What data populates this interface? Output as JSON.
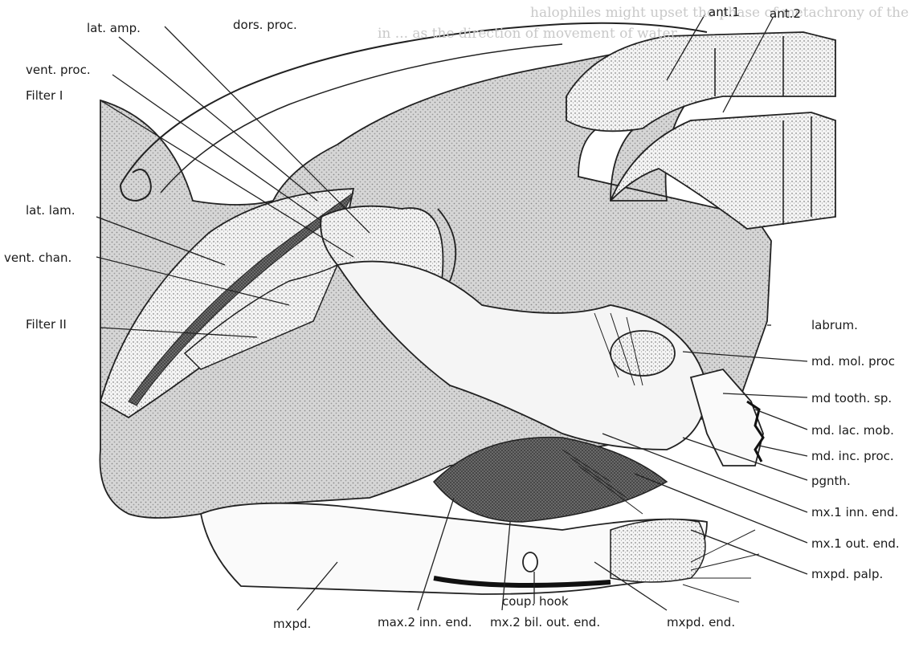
{
  "figure": {
    "labels": {
      "lat_amp": "lat. amp.",
      "dors_proc": "dors. proc.",
      "vent_proc": "vent. proc.",
      "filter_1": "Filter I",
      "lat_lam": "lat. lam.",
      "vent_chan": "vent. chan.",
      "filter_2": "Filter II",
      "ant_1": "ant.1",
      "ant_2": "ant.2",
      "labrum": "labrum.",
      "md_mol_proc": "md. mol. proc",
      "md_tooth_sp": "md tooth. sp.",
      "md_lac_mob": "md. lac. mob.",
      "md_inc_proc": "md. inc. proc.",
      "pgnth": "pgnth.",
      "mx1_inn_end": "mx.1 inn. end.",
      "mx1_out_end": "mx.1 out. end.",
      "mxpd_palp": "mxpd. palp.",
      "mxpd_end": "mxpd. end.",
      "coup_hook": "coup. hook",
      "mx2_bil_out_end": "mx.2 bil. out. end.",
      "max2_inn_end": "max.2 inn. end.",
      "mxpd": "mxpd."
    },
    "background_text": {
      "line_1": "halophiles might upset the phase of metachrony of the",
      "line_2": "in ... as the direction of movement of water"
    }
  }
}
